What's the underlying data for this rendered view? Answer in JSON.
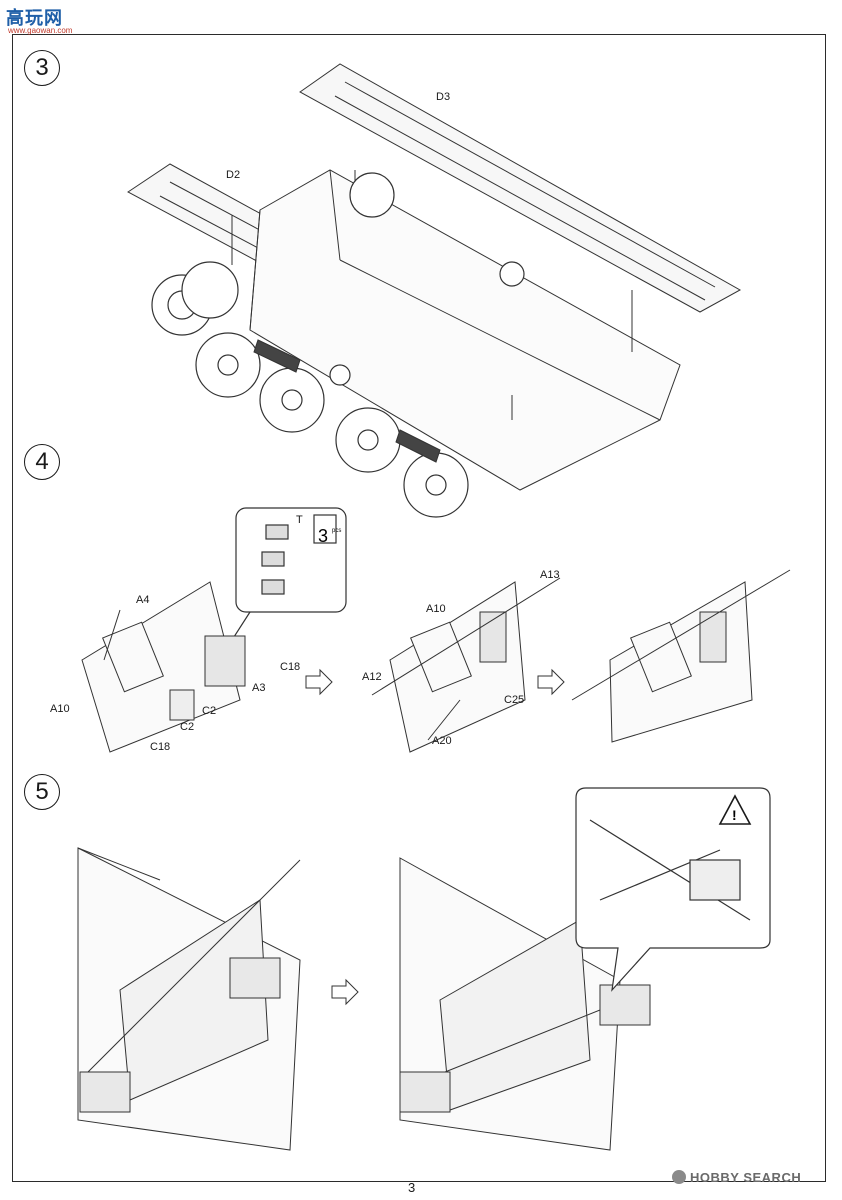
{
  "watermark_top": {
    "main": "高玩网",
    "sub": "www.gaowan.com"
  },
  "steps": [
    "3",
    "4",
    "5"
  ],
  "step3": {
    "parts": [
      "D3",
      "D2"
    ]
  },
  "step4": {
    "panel1": [
      "A4",
      "A10",
      "C18",
      "A3",
      "C2",
      "C2",
      "C18"
    ],
    "inset": {
      "label": "T",
      "qty": "3",
      "qty_unit": "pcs"
    },
    "panel2": [
      "A13",
      "A10",
      "A12",
      "C25",
      "A20"
    ]
  },
  "step5": {
    "warning": "!"
  },
  "page_number": "3",
  "watermark_bottom": "HOBBY SEARCH"
}
